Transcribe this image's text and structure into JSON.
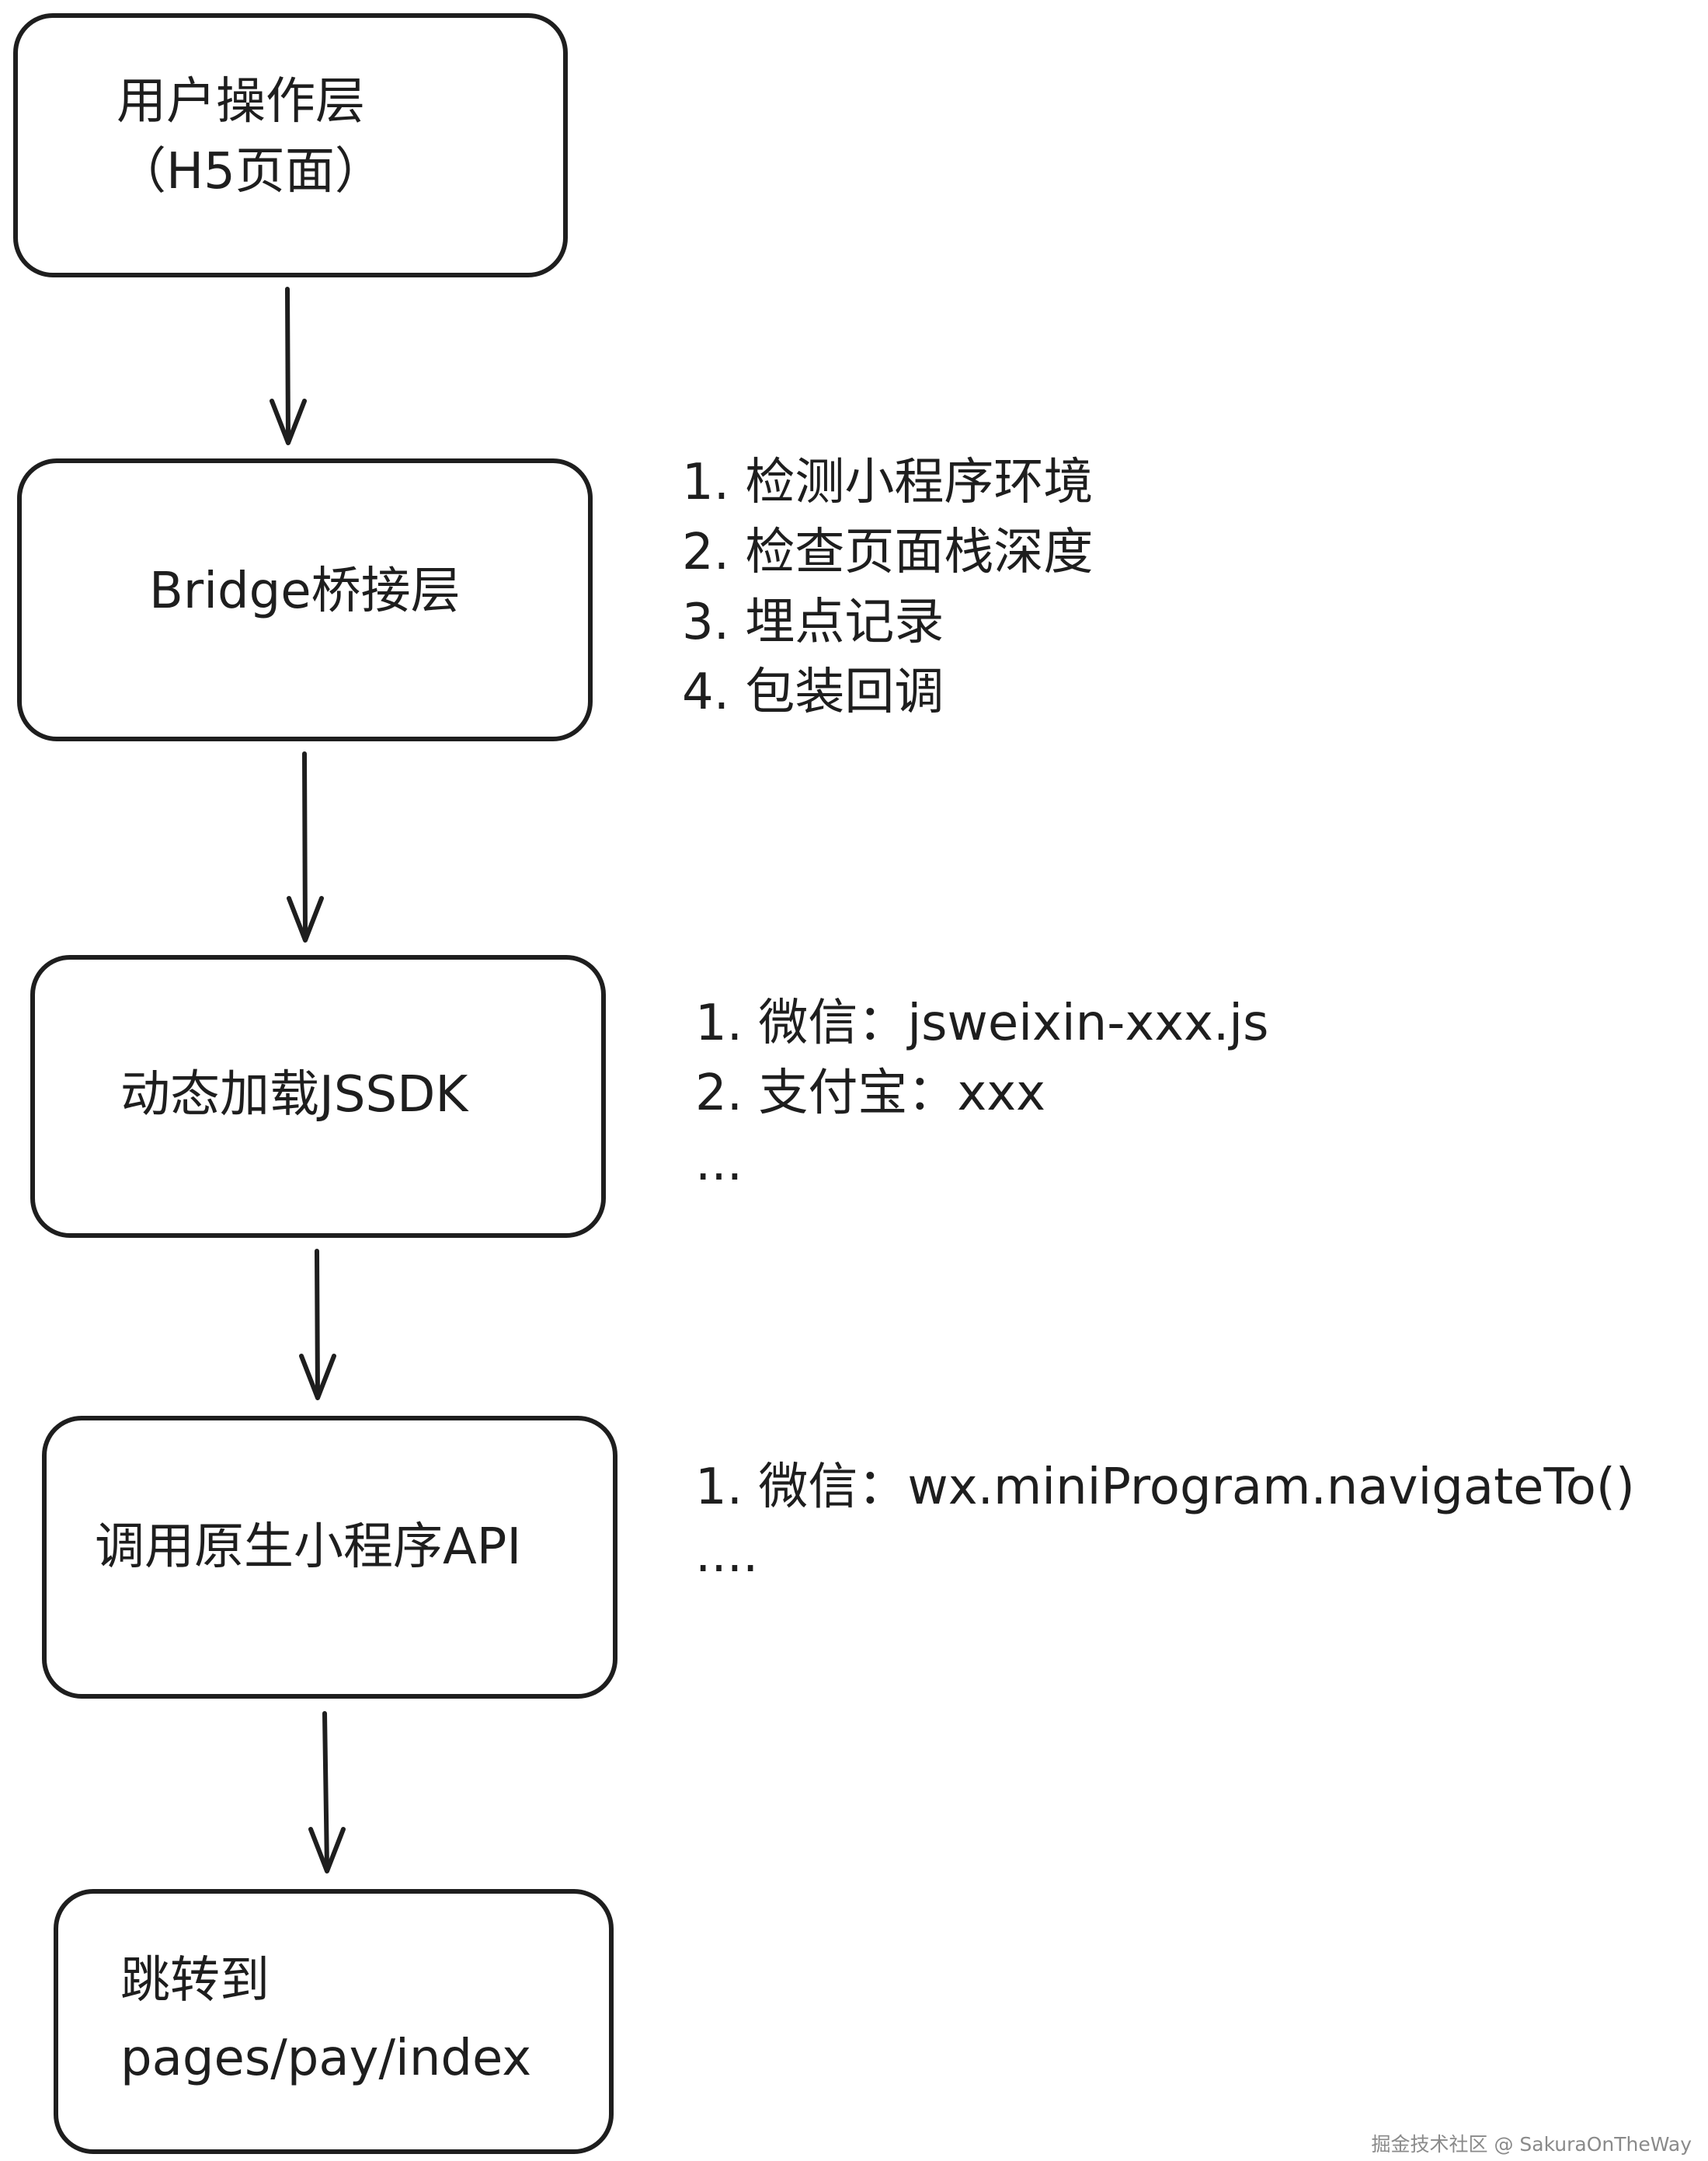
{
  "boxes": [
    {
      "id": "box-user-layer",
      "lines": [
        "用户操作层",
        "（H5页面）"
      ]
    },
    {
      "id": "box-bridge-layer",
      "lines": [
        "Bridge桥接层"
      ]
    },
    {
      "id": "box-load-jssdk",
      "lines": [
        "动态加载JSSDK"
      ]
    },
    {
      "id": "box-native-api",
      "lines": [
        "调用原生小程序API"
      ]
    },
    {
      "id": "box-navigate-target",
      "lines": [
        "跳转到",
        "pages/pay/index"
      ]
    }
  ],
  "notes": [
    {
      "id": "notes-bridge",
      "lines": [
        "1. 检测小程序环境",
        "2. 检查页面栈深度",
        "3. 埋点记录",
        "4. 包装回调"
      ]
    },
    {
      "id": "notes-jssdk",
      "lines": [
        "1. 微信：jsweixin-xxx.js",
        "2. 支付宝：xxx",
        "..."
      ]
    },
    {
      "id": "notes-api",
      "lines": [
        "1. 微信：wx.miniProgram.navigateTo()",
        "...."
      ]
    }
  ],
  "flow": [
    {
      "from": "box-user-layer",
      "to": "box-bridge-layer"
    },
    {
      "from": "box-bridge-layer",
      "to": "box-load-jssdk"
    },
    {
      "from": "box-load-jssdk",
      "to": "box-native-api"
    },
    {
      "from": "box-native-api",
      "to": "box-navigate-target"
    }
  ],
  "watermark": "掘金技术社区 @ SakuraOnTheWay",
  "colors": {
    "stroke": "#1e1e1e",
    "background": "#ffffff",
    "watermark": "#8a8a8a"
  }
}
